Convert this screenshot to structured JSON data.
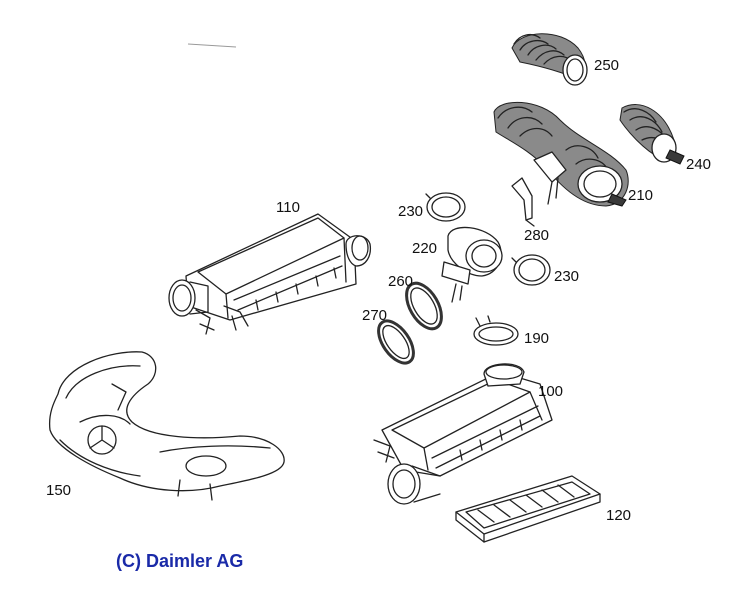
{
  "diagram": {
    "parts": [
      {
        "number": "250",
        "part": "hose"
      },
      {
        "number": "240",
        "part": "hose"
      },
      {
        "number": "210",
        "part": "hose"
      },
      {
        "number": "110",
        "part": "air-filter-housing"
      },
      {
        "number": "230",
        "part": "clamp"
      },
      {
        "number": "220",
        "part": "connector"
      },
      {
        "number": "280",
        "part": "bracket"
      },
      {
        "number": "230",
        "part": "clamp"
      },
      {
        "number": "260",
        "part": "seal-ring"
      },
      {
        "number": "270",
        "part": "seal-ring"
      },
      {
        "number": "190",
        "part": "clamp"
      },
      {
        "number": "100",
        "part": "air-filter-housing"
      },
      {
        "number": "150",
        "part": "engine-cover"
      },
      {
        "number": "120",
        "part": "filter-element"
      }
    ],
    "copyright": "(C) Daimler AG"
  },
  "colors": {
    "copyright_text": "#1a2aa8",
    "line": "#222222"
  }
}
